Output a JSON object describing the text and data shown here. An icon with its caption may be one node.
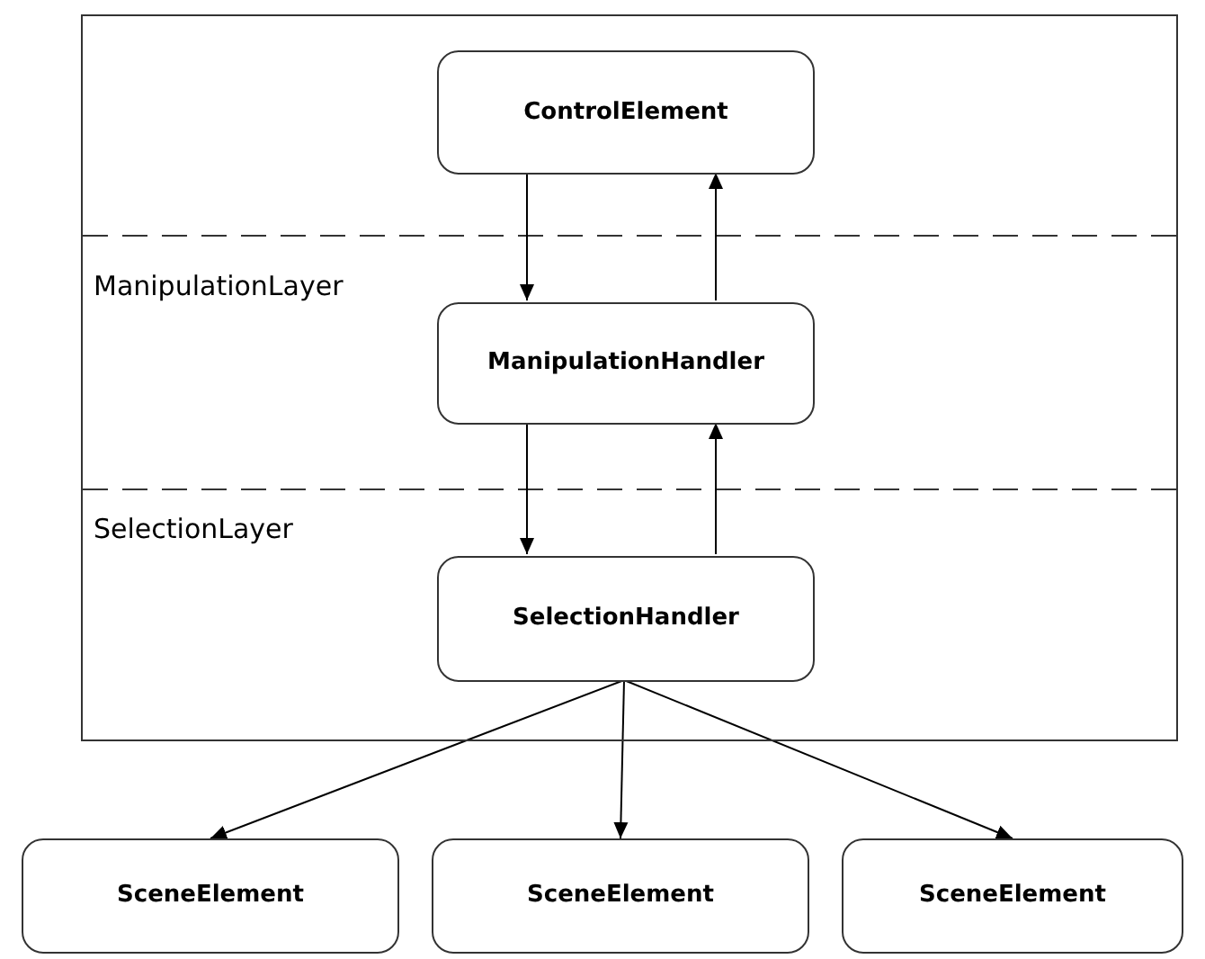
{
  "diagram": {
    "nodes": [
      {
        "text": [],
        "shape": "box"
      },
      {
        "text": [
          "ControlElement"
        ],
        "in": 0
      },
      {
        "text": [
          "ManipulationHandler"
        ],
        "in": 0
      },
      {
        "text": [
          "SelectionHandler"
        ],
        "in": 0
      },
      {
        "text": [
          "SceneElement"
        ]
      },
      {
        "text": [
          "SceneElement"
        ]
      },
      {
        "text": [
          "SceneElement"
        ]
      }
    ],
    "edges": [
      {
        "from": 1,
        "to": 2,
        "arrow": "to"
      },
      {
        "from": 2,
        "to": 1,
        "arrow": "to"
      },
      {
        "from": 2,
        "to": 3,
        "arrow": "to"
      },
      {
        "from": 3,
        "to": 2,
        "arrow": "to"
      },
      {
        "from": 3,
        "to": 4,
        "arrow": "to"
      },
      {
        "from": 3,
        "to": 5,
        "arrow": "to"
      },
      {
        "from": 3,
        "to": 6,
        "arrow": "to"
      }
    ],
    "labels": [
      "ManipulationLayer",
      "SelectionLayer"
    ]
  }
}
